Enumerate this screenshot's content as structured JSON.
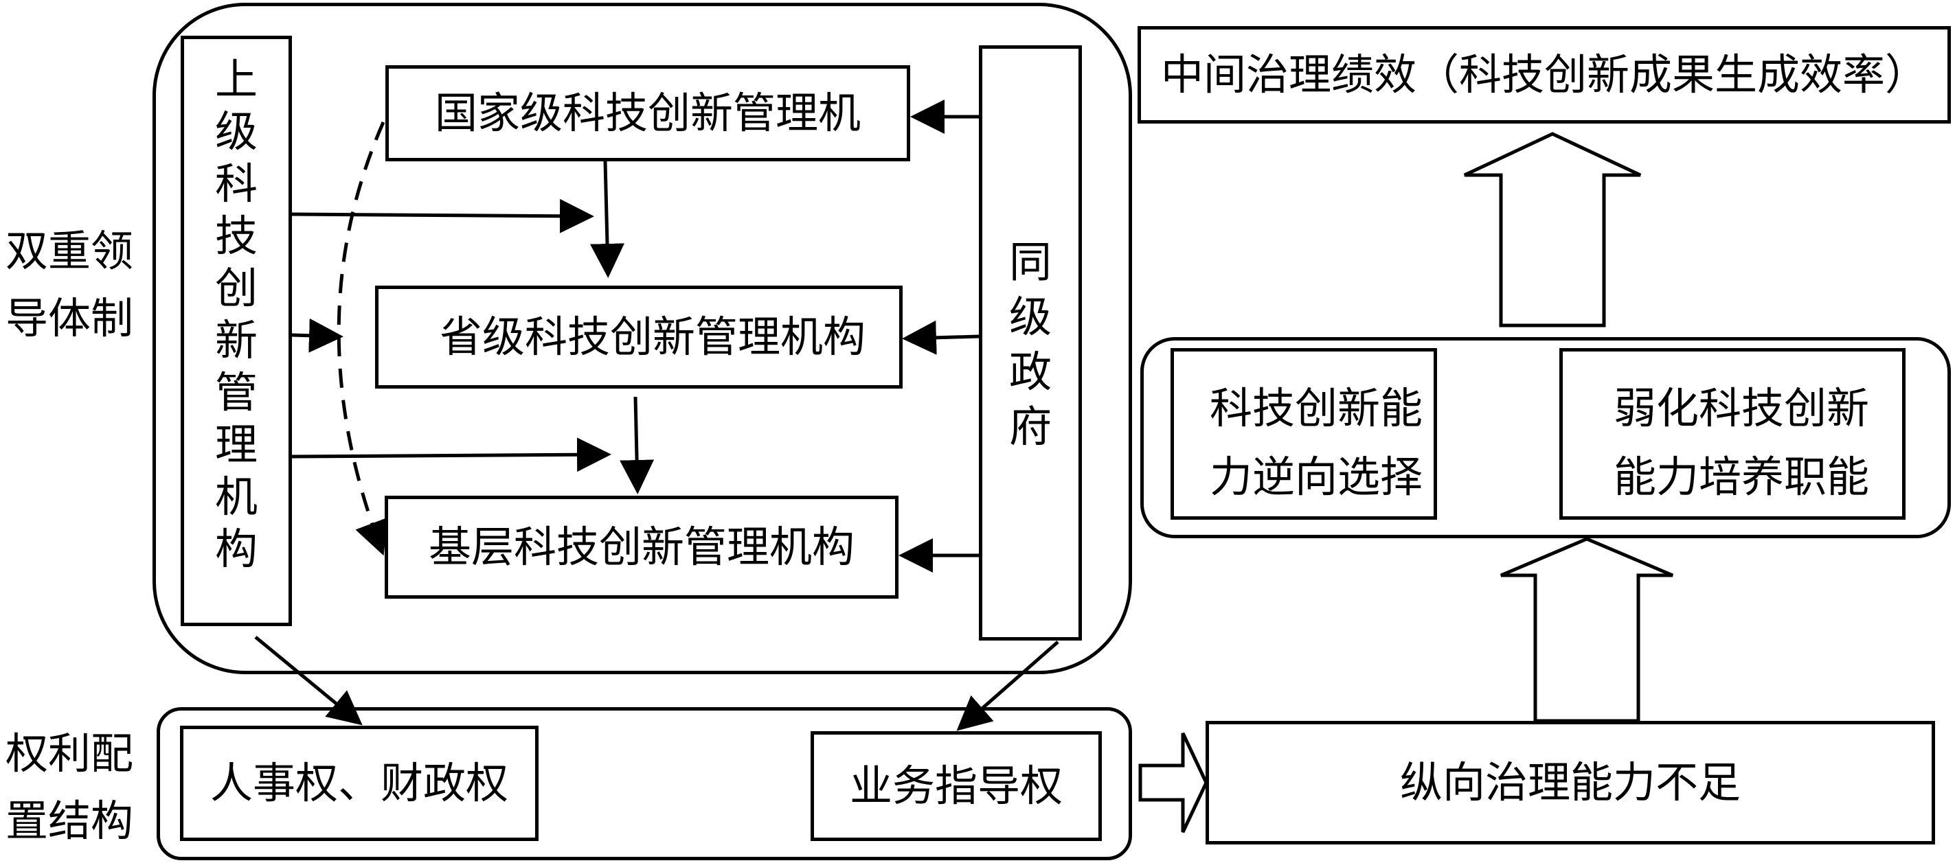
{
  "side_labels": {
    "dual_leadership_line1": "双重领",
    "dual_leadership_line2": "导体制",
    "power_allocation_line1": "权利配",
    "power_allocation_line2": "置结构"
  },
  "left_panel": {
    "superior_agency_chars": [
      "上",
      "级",
      "科",
      "技",
      "创",
      "新",
      "管",
      "理",
      "机",
      "构"
    ],
    "national_agency": "国家级科技创新管理机",
    "provincial_agency": "省级科技创新管理机构",
    "grassroots_agency": "基层科技创新管理机构",
    "same_level_government_chars": [
      "同",
      "级",
      "政",
      "府"
    ]
  },
  "power_panel": {
    "personnel_finance": "人事权、财政权",
    "business_guidance": "业务指导权"
  },
  "right_panel": {
    "intermediate_performance": "中间治理绩效（科技创新成果生成效率）",
    "adverse_selection_line1": "科技创新能",
    "adverse_selection_line2": "力逆向选择",
    "weaken_function_line1": "弱化科技创新",
    "weaken_function_line2": "能力培养职能",
    "insufficient_capacity": "纵向治理能力不足"
  }
}
